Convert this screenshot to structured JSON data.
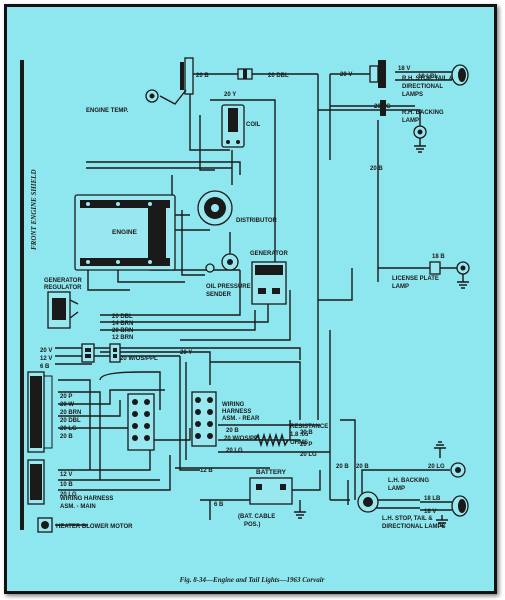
{
  "diagram": {
    "caption": "Fig. 8-34—Engine and Tail Lights—1963 Corvair",
    "side_label": "FRONT ENGINE SHIELD",
    "components": {
      "engine_temp": "ENGINE TEMP.",
      "coil": "COIL",
      "engine": "ENGINE",
      "distributor": "DISTRIBUTOR",
      "generator": "GENERATOR",
      "oil_pressure": "OIL PRESSURE",
      "sender": "SENDER",
      "generator_regulator_1": "GENERATOR",
      "generator_regulator_2": "REGULATOR",
      "rh_lamps_1": "R.H. STOP, TAIL &",
      "rh_lamps_2": "DIRECTIONAL",
      "rh_lamps_3": "LAMPS",
      "rh_backing_1": "R.H. BACKING",
      "rh_backing_2": "LAMP",
      "license_1": "LICENSE PLATE",
      "license_2": "LAMP",
      "wiring_rear_1": "WIRING",
      "wiring_rear_2": "HARNESS",
      "wiring_rear_3": "ASM. - REAR",
      "resistance": "RESISTANCE",
      "resistance_value": "1.8  .05",
      "ohms": "OHMS",
      "battery": "BATTERY",
      "bat_cable_1": "(BAT. CABLE",
      "bat_cable_2": "POS.)",
      "lh_backing_1": "L.H. BACKING",
      "lh_backing_2": "LAMP",
      "lh_lamps_1": "L.H. STOP, TAIL &",
      "lh_lamps_2": "DIRECTIONAL LAMPS",
      "wiring_main_1": "WIRING HARNESS",
      "wiring_main_2": "ASM. - MAIN",
      "heater": "HEATER BLOWER MOTOR"
    },
    "wire_labels": {
      "w20b_top": "20 B",
      "w20dbl_top": "20 DBL",
      "w20y_coil": "20 Y",
      "w20v_rh": "20 V",
      "w18v_rh": "18 V",
      "w18lbl_rh": "18 LBL",
      "w20lg_rh": "20 LG",
      "w20b_lic": "20 B",
      "w18b_lic": "18 B",
      "reg_20dbl": "20 DBL",
      "reg_14brn": "14 BRN",
      "reg_20brn": "20 BRN",
      "reg_12brn": "12 BRN",
      "left_20v": "20 V",
      "left_12v": "12 V",
      "left_6b": "6 B",
      "w20wosppl": "20 W/OS/PPL",
      "w20y_mid": "20 Y",
      "main_20p": "20 P",
      "main_20w": "20 W",
      "main_20brn": "20 BRN",
      "main_20dbl": "20 DBL",
      "main_20lg": "20 LG",
      "main_20bl": "20 B",
      "rear_20b": "20 B",
      "rear_20wosppl": "20 W/OS/PPL",
      "rear_20lg": "20 LG",
      "res_20b": "20 B",
      "res_20p": "20 P",
      "res_20lg": "20 LG",
      "bot_12v": "12 V",
      "bot_10b": "10 B",
      "bot_20lg": "20 LG",
      "bat_12b": "12 B",
      "bat_6b": "6 B",
      "lh_20b_a": "20 B",
      "lh_20b_b": "20 B",
      "lh_20lg": "20 LG",
      "lh_18lb": "18 LB",
      "lh_18v": "18 V"
    }
  }
}
